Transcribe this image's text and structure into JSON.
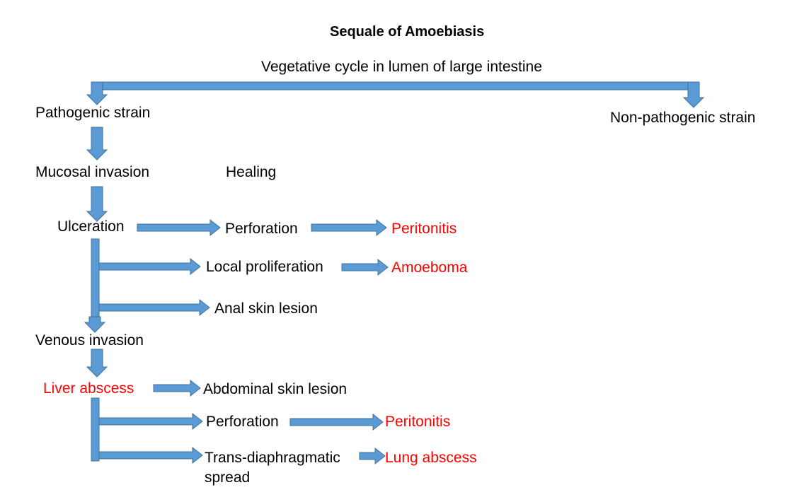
{
  "title": "Sequale of Amoebiasis",
  "arrow_color": "#5b9bd5",
  "arrow_outline": "#41719c",
  "highlight_color": "#ff0000",
  "nodes": {
    "vegetative": "Vegetative cycle in lumen of large intestine",
    "pathogenic": "Pathogenic strain",
    "non_pathogenic": "Non-pathogenic strain",
    "mucosal_invasion": "Mucosal invasion",
    "healing": "Healing",
    "ulceration": "Ulceration",
    "perforation_1": "Perforation",
    "peritonitis_1": "Peritonitis",
    "local_proliferation": "Local proliferation",
    "amoeboma": "Amoeboma",
    "anal_skin_lesion": "Anal skin lesion",
    "venous_invasion": "Venous invasion",
    "liver_abscess": "Liver abscess",
    "abdominal_skin_lesion": "Abdominal skin lesion",
    "perforation_2": "Perforation",
    "peritonitis_2": "Peritonitis",
    "trans_diaphragmatic_line1": "Trans-diaphragmatic",
    "trans_diaphragmatic_line2": "spread",
    "lung_abscess": "Lung abscess"
  }
}
